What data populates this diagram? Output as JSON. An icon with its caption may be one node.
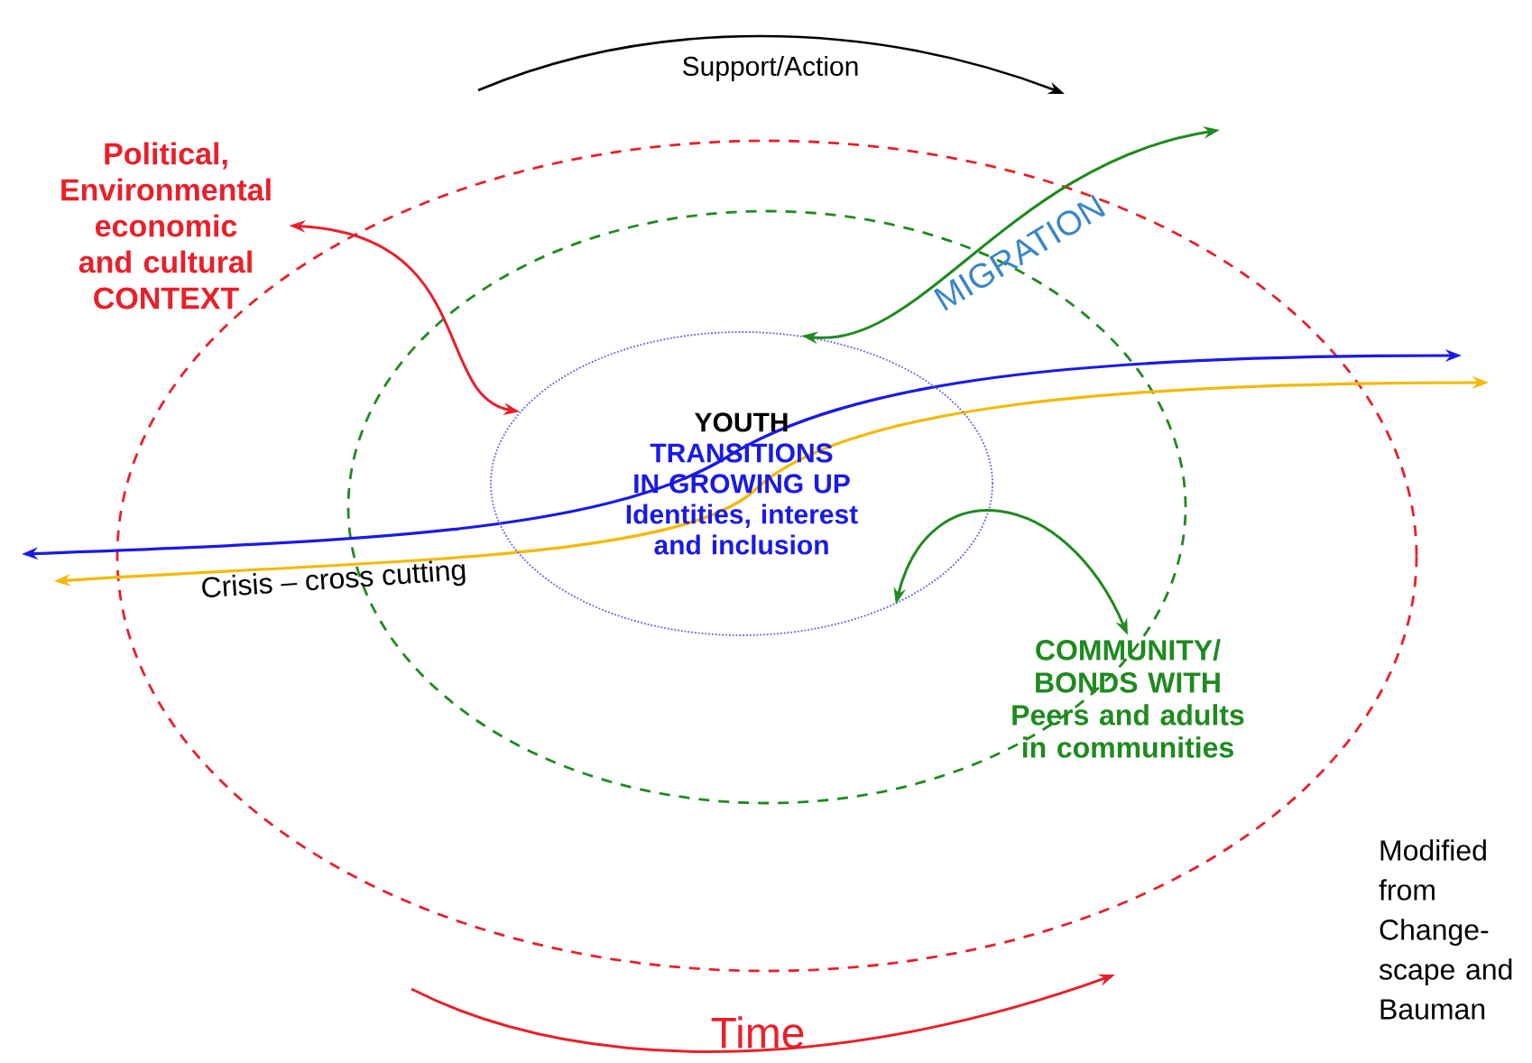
{
  "diagram": {
    "nodes": [
      {
        "text": [
          "Political, Environmental economic and cultural CONTEXT"
        ]
      },
      {
        "text": [
          "YOUTH",
          "TRANSITIONS IN GROWING UP",
          "Identities, interest and inclusion"
        ]
      },
      {
        "text": [
          "COMMUNITY/ BONDS WITH Peers and adults in communities"
        ]
      }
    ],
    "edges": [
      {
        "from": 0,
        "to": 1,
        "arrow": "both",
        "color": "#e8202a"
      },
      {
        "from": null,
        "to": 1,
        "arrow": "both",
        "label": "MIGRATION"
      },
      {
        "from": 1,
        "to": 2,
        "arrow": "both"
      }
    ],
    "labels": [
      "Support/Action",
      "Crisis – cross cutting",
      "Time",
      "Modified from Change-scape and Bauman"
    ]
  }
}
